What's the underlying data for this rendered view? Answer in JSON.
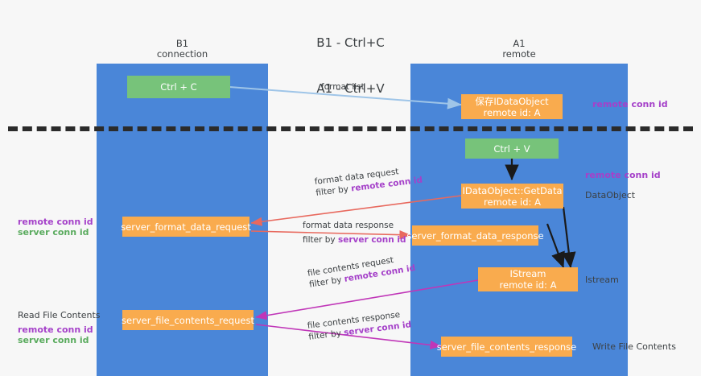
{
  "title": {
    "line1": "B1 - Ctrl+C",
    "line2": "A1 - Ctrl+V"
  },
  "columns": [
    {
      "name": "B1",
      "role": "connection"
    },
    {
      "name": "A1",
      "role": "remote"
    }
  ],
  "nodes": {
    "ctrl_c": {
      "label": "Ctrl + C",
      "color": "#77c37a"
    },
    "save_idataobject": {
      "line1": "保存IDataObject",
      "line2": "remote id: A",
      "color": "#f9ab4e"
    },
    "ctrl_v": {
      "label": "Ctrl + V",
      "color": "#77c37a"
    },
    "getdata": {
      "line1": "IDataObject::GetData",
      "line2": "remote id: A",
      "color": "#f9ab4e"
    },
    "fmt_req": {
      "label": "server_format_data_request",
      "color": "#f9ab4e"
    },
    "fmt_resp": {
      "label": "server_format_data_response",
      "color": "#f9ab4e"
    },
    "istream": {
      "line1": "IStream",
      "line2": "remote id: A",
      "color": "#f9ab4e"
    },
    "file_req": {
      "label": "server_file_contents_request",
      "color": "#f9ab4e"
    },
    "file_resp": {
      "label": "server_file_contents_response",
      "color": "#f9ab4e"
    }
  },
  "edge_labels": {
    "format_list": "format list",
    "format_data_request": "format data request",
    "format_data_request_filter_prefix": "filter by ",
    "format_data_request_filter_key": "remote conn id",
    "format_data_response": "format data response",
    "format_data_response_filter_prefix": "filter by ",
    "format_data_response_filter_key": "server conn id",
    "file_contents_request": "file contents request",
    "file_contents_request_filter_prefix": "filter by ",
    "file_contents_request_filter_key": "remote conn id",
    "file_contents_response": "file contents response",
    "file_contents_response_filter_prefix": "filter by ",
    "file_contents_response_filter_key": "server conn id"
  },
  "annotations": {
    "right_remote_conn_id_top": "remote conn id",
    "right_remote_conn_id_mid": "remote conn id",
    "right_dataobject": "DataObject",
    "right_istream": "Istream",
    "right_write_file_contents": "Write File Contents",
    "left_remote_conn_id_mid": "remote conn id",
    "left_server_conn_id_mid": "server conn id",
    "left_read_file_contents": "Read File Contents",
    "left_remote_conn_id_bot": "remote conn id",
    "left_server_conn_id_bot": "server conn id"
  },
  "colors": {
    "lane": "#4a86d8",
    "orange": "#f9ab4e",
    "green": "#77c37a",
    "purple_text": "#a541c9",
    "green_text": "#5aab5e",
    "arrow_blue": "#9fc5e8",
    "arrow_red": "#e8695e",
    "arrow_magenta": "#c036b8",
    "arrow_black": "#1a1a1a",
    "separator": "#2b2b2b",
    "background": "#f7f7f7"
  }
}
